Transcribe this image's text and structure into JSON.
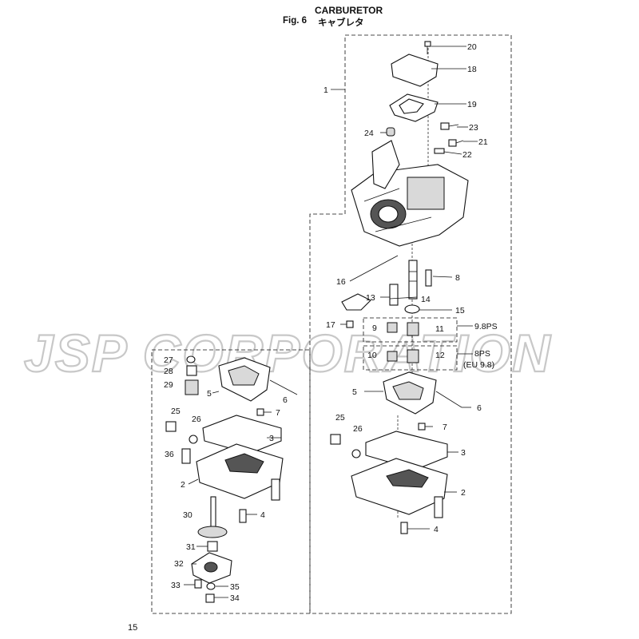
{
  "header": {
    "title": "CARBURETOR",
    "figure": "Fig. 6",
    "figure_jp": "キャブレタ"
  },
  "watermark": "JSP CORPORATION",
  "page_number": "15",
  "variants": {
    "a_label": "9.8PS",
    "b_label": "8PS",
    "b_sub": "(EU 9.8)"
  },
  "callouts": {
    "c1": "1",
    "c20": "20",
    "c18": "18",
    "c19": "19",
    "c23": "23",
    "c24": "24",
    "c21": "21",
    "c22": "22",
    "c16": "16",
    "c8": "8",
    "c13": "13",
    "c14": "14",
    "c15": "15",
    "c17": "17",
    "c9": "9",
    "c11": "11",
    "c10": "10",
    "c12": "12",
    "r5": "5",
    "r6": "6",
    "r7": "7",
    "r25": "25",
    "r26": "26",
    "r3": "3",
    "r2": "2",
    "r4": "4",
    "l27": "27",
    "l28": "28",
    "l29": "29",
    "l5": "5",
    "l6": "6",
    "l7": "7",
    "l25": "25",
    "l26": "26",
    "l3": "3",
    "l36": "36",
    "l2": "2",
    "l30": "30",
    "l4": "4",
    "l31": "31",
    "l32": "32",
    "l33": "33",
    "l35": "35",
    "l34": "34"
  }
}
